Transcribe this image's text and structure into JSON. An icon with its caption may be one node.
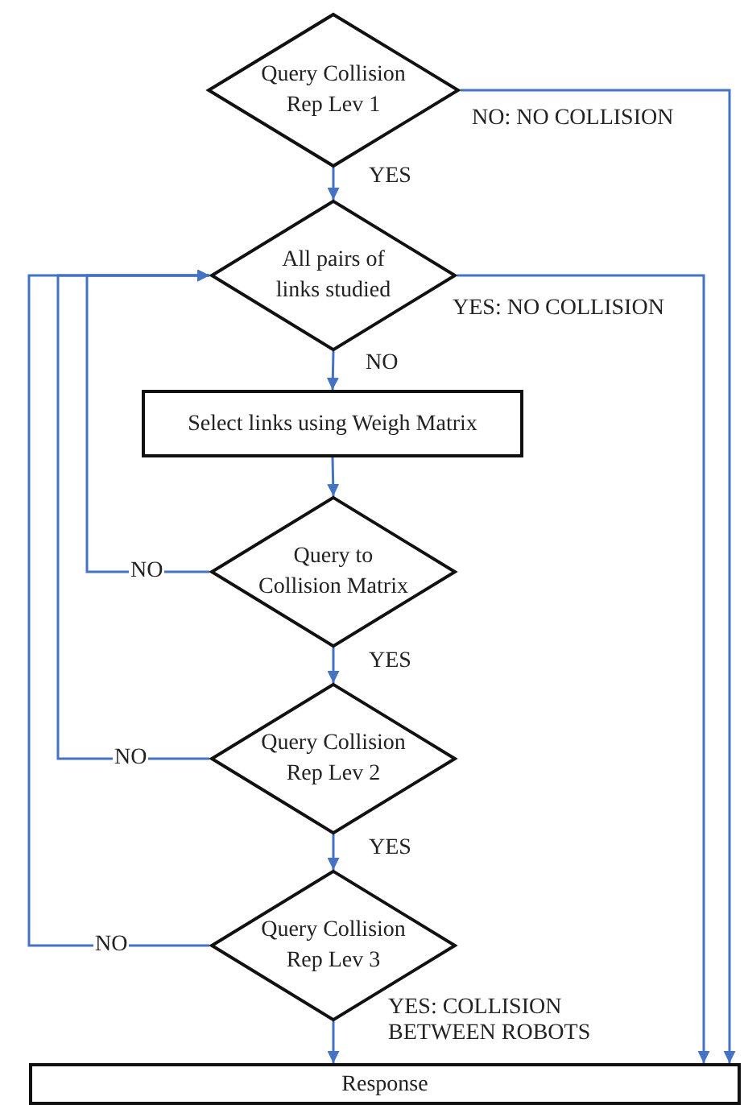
{
  "diagram": {
    "nodes": [
      {
        "text": [
          "Query Collision Rep Lev 1"
        ]
      },
      {
        "text": [
          "All pairs of links studied"
        ]
      },
      {
        "text": [
          "Select links using Weigh Matrix"
        ]
      },
      {
        "text": [
          "Query to Collision Matrix"
        ]
      },
      {
        "text": [
          "Query Collision Rep Lev 2"
        ]
      },
      {
        "text": [
          "Query Collision Rep Lev 3"
        ]
      },
      {
        "text": [
          "Response"
        ]
      }
    ],
    "edges": [
      {
        "from": 0,
        "to": 1,
        "arrow": "to",
        "label": "YES"
      },
      {
        "from": 0,
        "to": 6,
        "arrow": "to",
        "label": "NO: NO COLLISION"
      },
      {
        "from": 1,
        "to": 2,
        "arrow": "to",
        "label": "NO"
      },
      {
        "from": 1,
        "to": 6,
        "arrow": "to",
        "label": "YES: NO COLLISION"
      },
      {
        "from": 2,
        "to": 3,
        "arrow": "to"
      },
      {
        "from": 3,
        "to": 1,
        "arrow": "to",
        "label": "NO"
      },
      {
        "from": 3,
        "to": 4,
        "arrow": "to",
        "label": "YES"
      },
      {
        "from": 4,
        "to": 1,
        "arrow": "to",
        "label": "NO"
      },
      {
        "from": 4,
        "to": 5,
        "arrow": "to",
        "label": "YES"
      },
      {
        "from": 5,
        "to": 1,
        "arrow": "to",
        "label": "NO"
      },
      {
        "from": 5,
        "to": 6,
        "arrow": "to",
        "label": "YES: COLLISION BETWEEN ROBOTS"
      }
    ]
  }
}
